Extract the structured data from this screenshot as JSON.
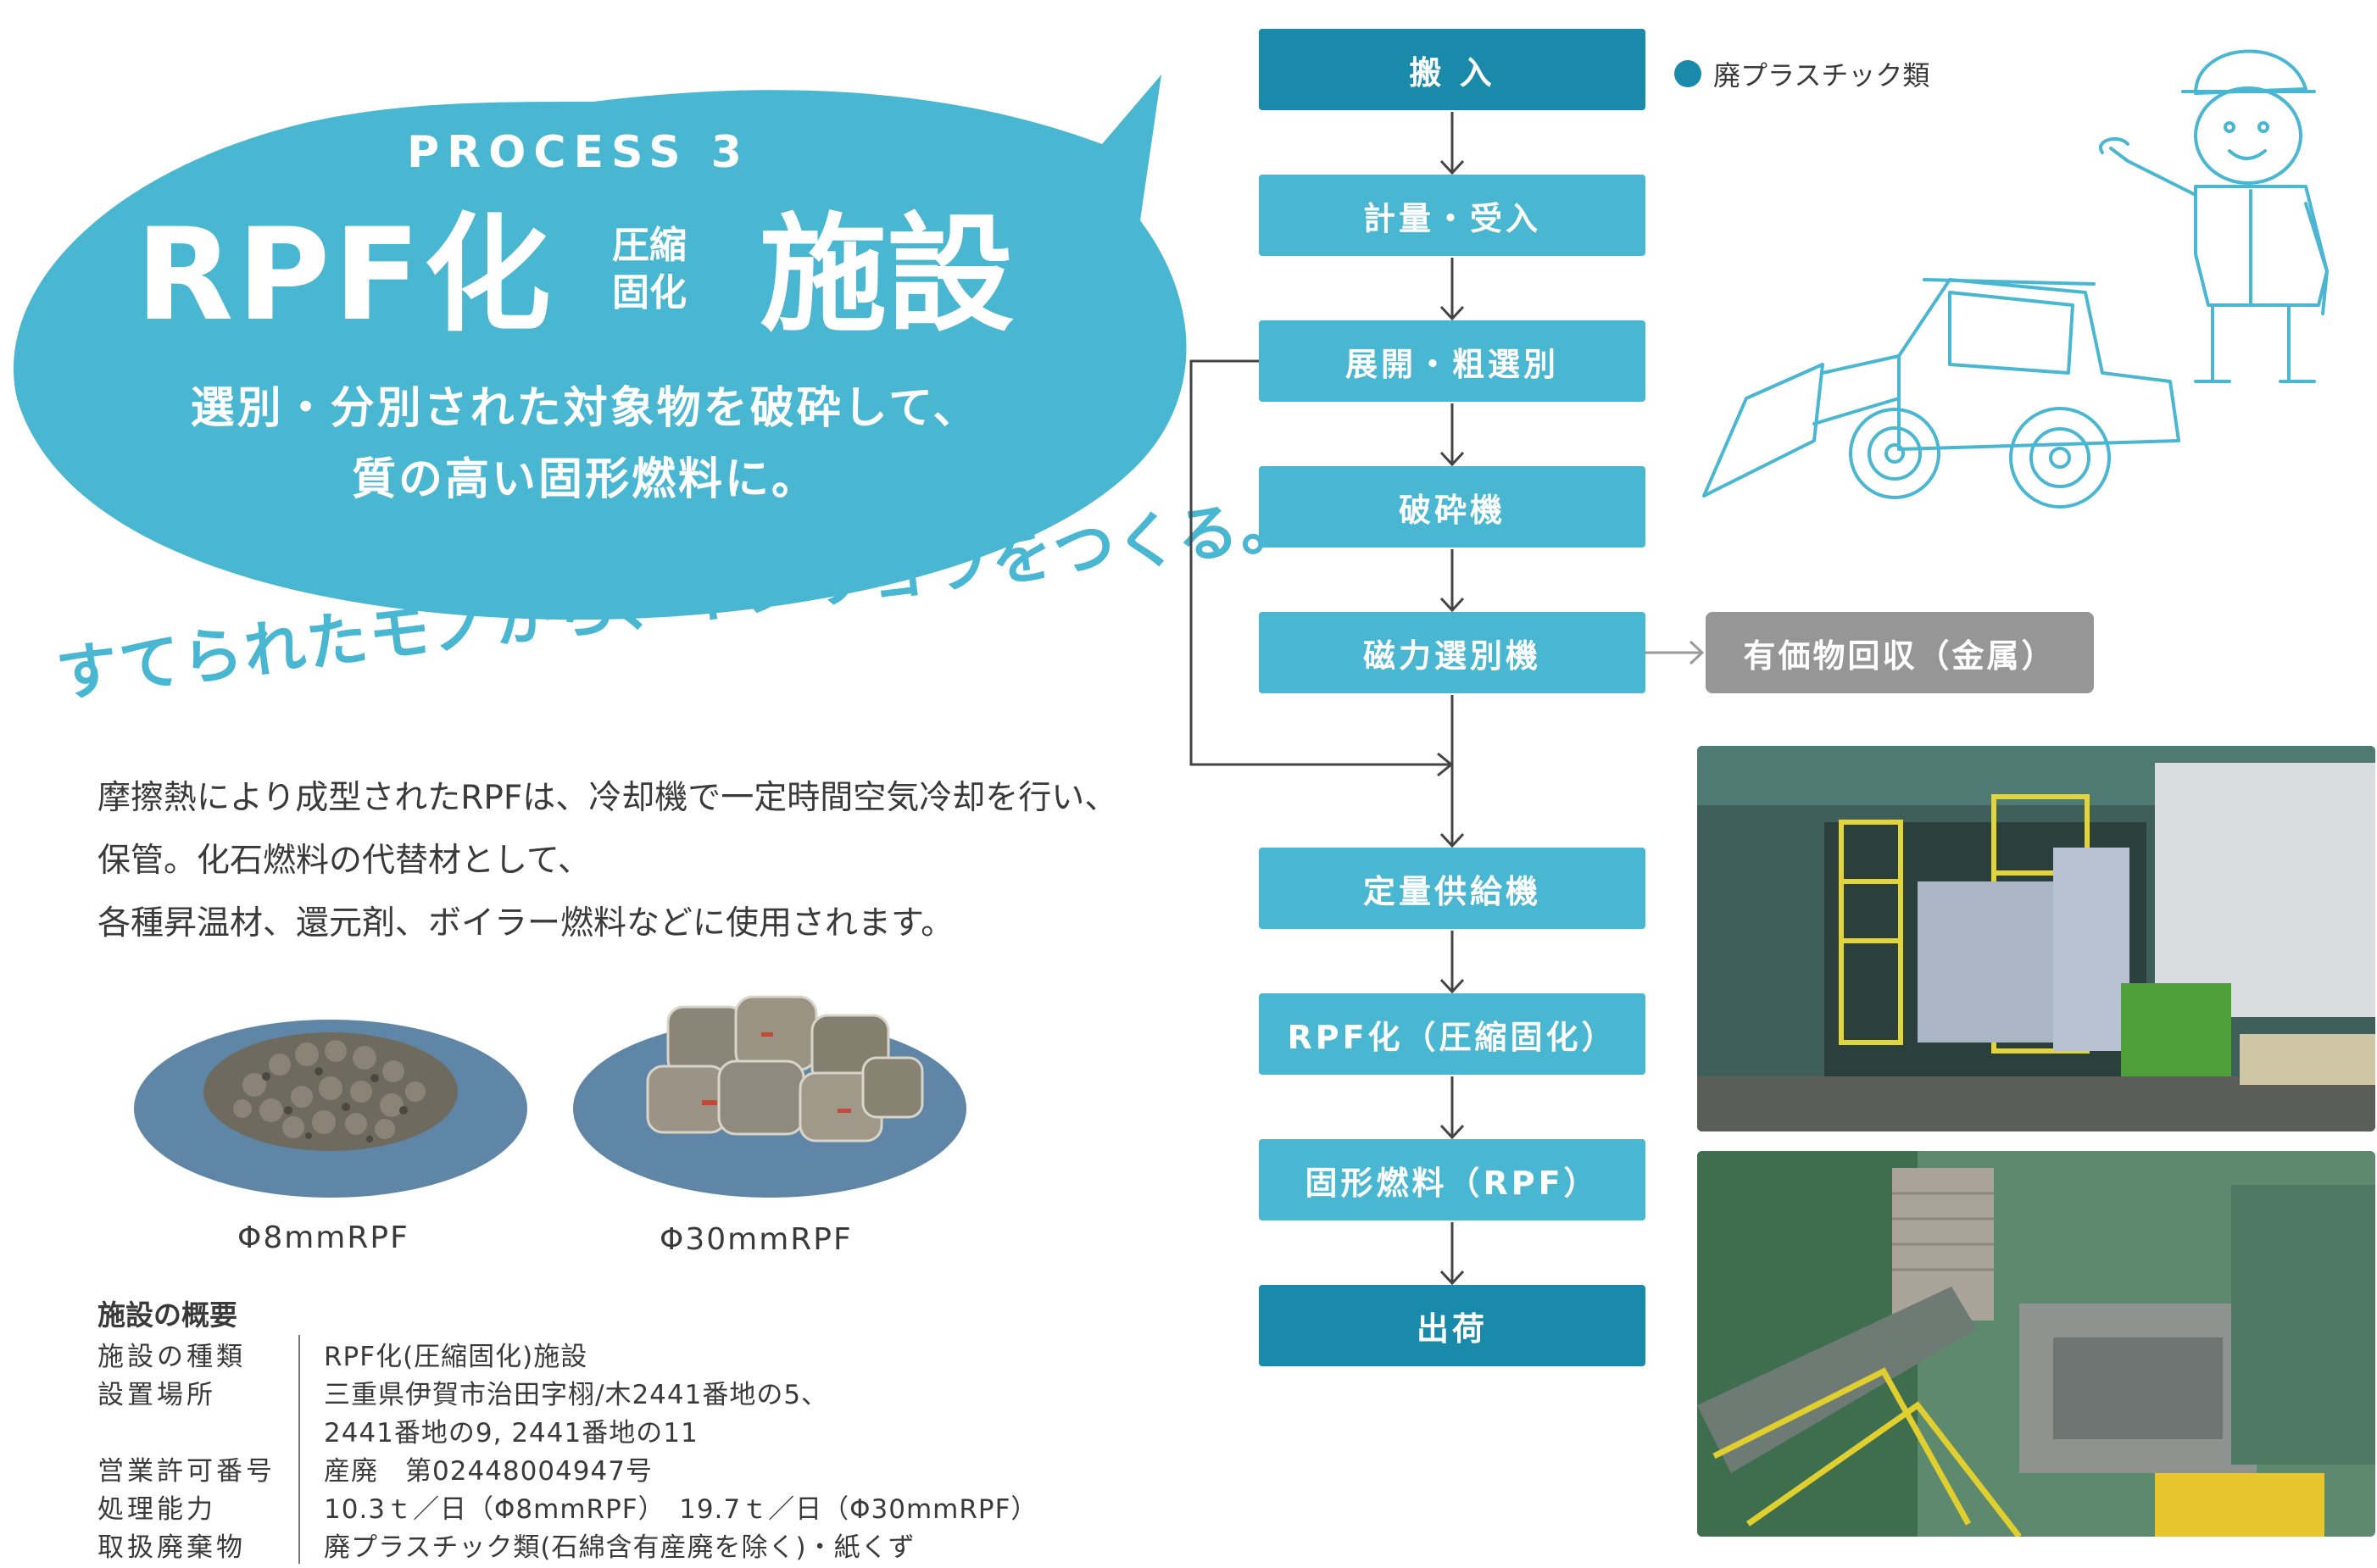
{
  "header": {
    "process_label": "PROCESS 3",
    "title_main": "RPF化",
    "title_small_line1": "圧縮",
    "title_small_line2": "固化",
    "title_end": "施設",
    "lead_line1": "選別・分別された対象物を破砕して、",
    "lead_line2": "質の高い固形燃料に。",
    "catchphrase": "すてられたモノから、ネンリョウをつくる。"
  },
  "description": {
    "line1": "摩擦熱により成型されたRPFは、冷却機で一定時間空気冷却を行い、",
    "line2": "保管。化石燃料の代替材として、",
    "line3": "各種昇温材、還元剤、ボイラー燃料などに使用されます。"
  },
  "products": [
    {
      "caption": "Φ8mmRPF"
    },
    {
      "caption": "Φ30mmRPF"
    }
  ],
  "facility": {
    "title": "施設の概要",
    "rows": [
      {
        "key": "施設の種類",
        "value": "RPF化(圧縮固化)施設"
      },
      {
        "key": "設置場所",
        "value": "三重県伊賀市治田字栩/木2441番地の5、"
      },
      {
        "key": "",
        "value": " 2441番地の9, 2441番地の11"
      },
      {
        "key": "営業許可番号",
        "value": "産廃　第02448004947号"
      },
      {
        "key": "処理能力",
        "value": "10.3ｔ／日（Φ8mmRPF）　19.7ｔ／日（Φ30mmRPF）"
      },
      {
        "key": "取扱廃棄物",
        "value": "廃プラスチック類(石綿含有産廃を除く)・紙くず"
      }
    ]
  },
  "flow": {
    "legend": "廃プラスチック類",
    "steps": [
      "搬 入",
      "計量・受入",
      "展開・粗選別",
      "破砕機",
      "磁力選別機",
      "定量供給機",
      "RPF化（圧縮固化）",
      "固形燃料（RPF）",
      "出荷"
    ],
    "side_output": "有価物回収（金属）"
  },
  "colors": {
    "accent": "#49b6d2",
    "accent_dark": "#1a8aab",
    "side_gray": "#969696",
    "text": "#3a3a3a"
  }
}
